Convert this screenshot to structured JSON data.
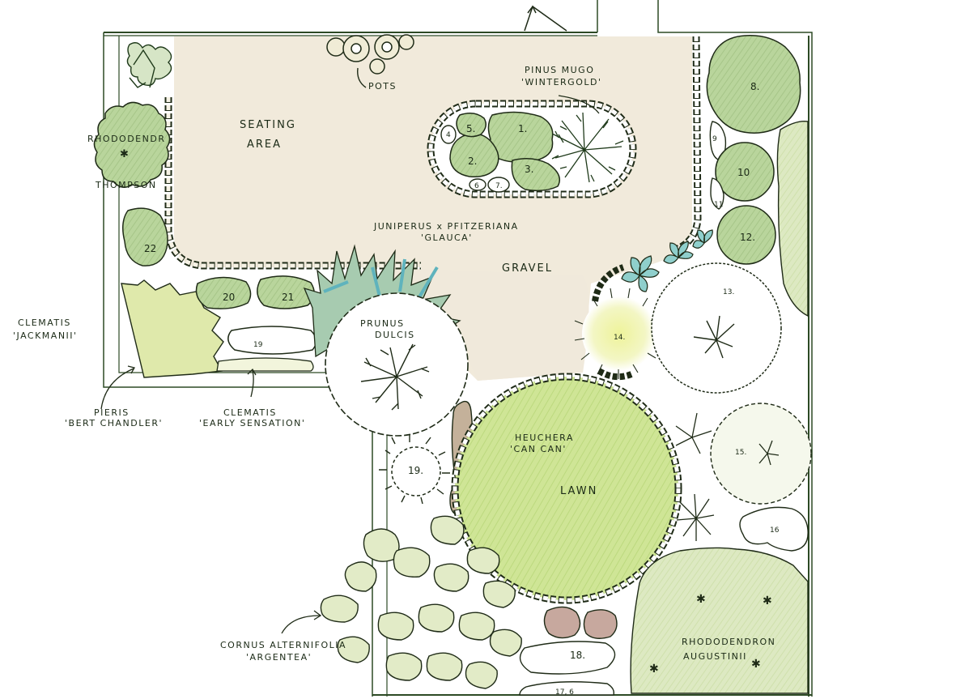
{
  "plan": {
    "title": "Garden design plan",
    "colors": {
      "paper": "#ffffff",
      "paving": "#f1eadb",
      "border_line": "#2d4a25",
      "outline": "#1f2b17",
      "lawn": "#c9e08a",
      "shrub_green": "#b5cf95",
      "shrub_dark": "#9fbf86",
      "juniper_blue": "#7fc0c4",
      "heuchera": "#c9a39a",
      "yellow_plant": "#eef2a8"
    },
    "areas": {
      "seating": [
        "SEATING",
        "AREA"
      ],
      "gravel": "GRAVEL",
      "lawn": "LAWN",
      "pots": "POTS"
    },
    "plants": {
      "pinus": [
        "PINUS MUGO",
        "'WINTERGOLD'"
      ],
      "juniperus": [
        "JUNIPERUS x PFITZERIANA",
        "'GLAUCA'"
      ],
      "prunus": [
        "PRUNUS",
        "DULCIS"
      ],
      "rhodo_thompson": [
        "RHODODENDR",
        "THOMPSON"
      ],
      "clematis_jackmanii": [
        "CLEMATIS",
        "'JACKMANII'"
      ],
      "pieris": [
        "PIERIS",
        "'BERT CHANDLER'"
      ],
      "clematis_early": [
        "CLEMATIS",
        "'EARLY SENSATION'"
      ],
      "heuchera": [
        "HEUCHERA",
        "'CAN CAN'"
      ],
      "cornus": [
        "CORNUS ALTERNIFOLIA",
        "'ARGENTEA'"
      ],
      "rhodo_augustinii": [
        "RHODODENDRON",
        "AUGUSTINII"
      ]
    },
    "numbers": {
      "n1": "1.",
      "n2": "2.",
      "n3": "3.",
      "n4": "4",
      "n5": "5.",
      "n6": "6",
      "n7": "7.",
      "n8": "8.",
      "n9": "9",
      "n10": "10",
      "n11": "11",
      "n12": "12.",
      "n13": "13.",
      "n14": "14.",
      "n15": "15.",
      "n16": "16",
      "n17": "17, 6",
      "n18": "18.",
      "n19a": "19",
      "n19b": "19.",
      "n20": "20",
      "n21": "21",
      "n22": "22"
    }
  }
}
